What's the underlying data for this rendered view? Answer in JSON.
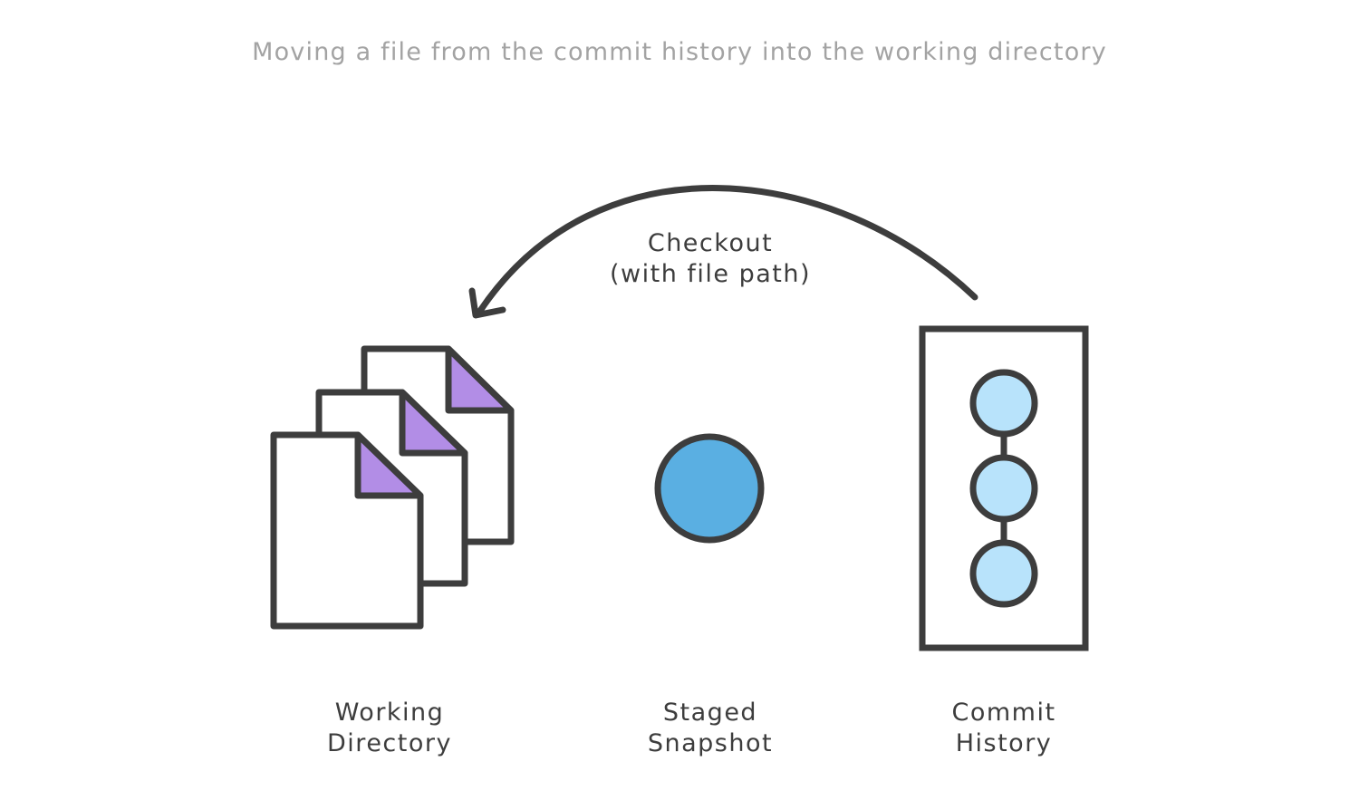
{
  "caption": "Moving a file from the commit history into the working directory",
  "arrow": {
    "line1": "Checkout",
    "line2": "(with file path)"
  },
  "areas": {
    "working": {
      "line1": "Working",
      "line2": "Directory"
    },
    "staged": {
      "line1": "Staged",
      "line2": "Snapshot"
    },
    "commit": {
      "line1": "Commit",
      "line2": "History"
    }
  },
  "colors": {
    "stroke": "#3d3d3d",
    "file_corner": "#b28de6",
    "staged_fill": "#5aafe2",
    "commit_fill": "#b8e3fb",
    "caption_text": "#a3a3a3"
  }
}
